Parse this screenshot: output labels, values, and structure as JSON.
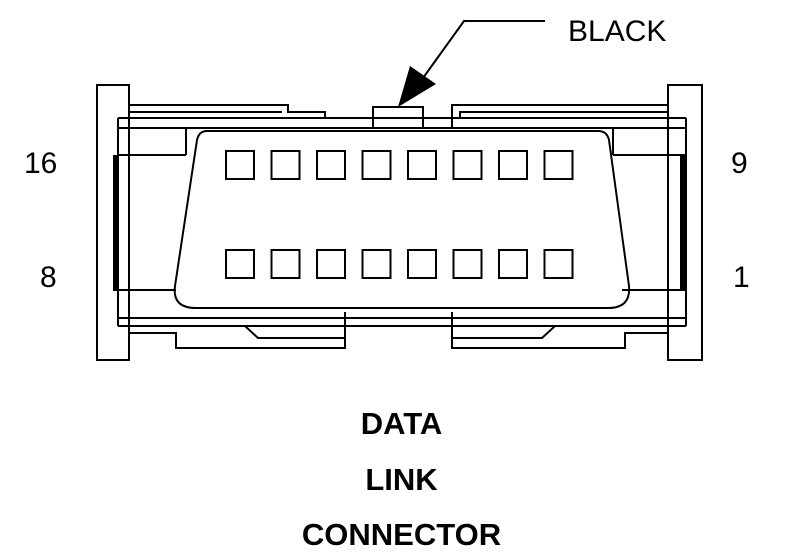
{
  "callout": {
    "color_label": "BLACK"
  },
  "pin_labels": {
    "top_left": "16",
    "bottom_left": "8",
    "top_right": "9",
    "bottom_right": "1"
  },
  "title": {
    "line1": "DATA",
    "line2": "LINK",
    "line3": "CONNECTOR"
  },
  "connector": {
    "pins_per_row": 8,
    "rows": 2
  },
  "colors": {
    "stroke": "#000000",
    "background": "#ffffff"
  }
}
